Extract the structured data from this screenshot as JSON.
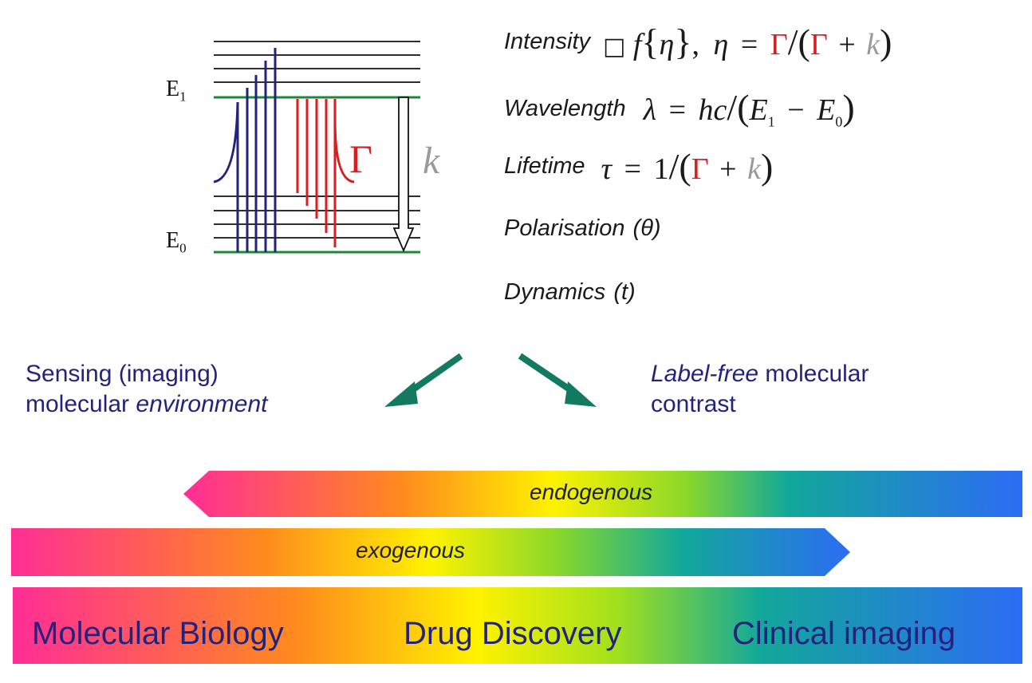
{
  "diagram": {
    "energy_levels": {
      "upper_label": "E",
      "upper_sub": "1",
      "lower_label": "E",
      "lower_sub": "0"
    },
    "radiative_rate_symbol": "Γ",
    "nonradiative_rate_symbol": "k",
    "colors": {
      "excited_state_line": "#1a8a3a",
      "absorption": "#23237e",
      "emission": "#d81e1e",
      "nonradiative": "#9a9a9a",
      "flow_arrow": "#137a62",
      "text_navy": "#23237e"
    }
  },
  "properties": {
    "intensity": {
      "name": "Intensity",
      "prefix": "□",
      "f": "f",
      "eta": "η",
      "comma": ",",
      "equals": "=",
      "gamma": "Γ",
      "slash": "/",
      "plus": "+",
      "k": "k"
    },
    "wavelength": {
      "name": "Wavelength",
      "lambda": "λ",
      "equals": "=",
      "hc": "hc",
      "slash": "/",
      "E": "E",
      "minus": "−",
      "sub1": "1",
      "sub0": "0"
    },
    "lifetime": {
      "name": "Lifetime",
      "tau": "τ",
      "equals": "=",
      "one": "1",
      "slash": "/",
      "gamma": "Γ",
      "plus": "+",
      "k": "k"
    },
    "polarisation": {
      "name": "Polarisation",
      "param": "(θ)"
    },
    "dynamics": {
      "name": "Dynamics",
      "param": "(t)"
    }
  },
  "applications": {
    "left_line1": "Sensing (imaging)",
    "left_line2_a": "molecular ",
    "left_line2_b": "environment",
    "right_line1_a": "Label-free",
    "right_line1_b": " molecular",
    "right_line2": "contrast"
  },
  "bands": {
    "endogenous": "endogenous",
    "exogenous": "exogenous",
    "fields": [
      "Molecular Biology",
      "Drug Discovery",
      "Clinical imaging"
    ],
    "gradient_stops": [
      "#ff2d96",
      "#ff8a1e",
      "#fff200",
      "#a0e01e",
      "#12a89a",
      "#2d6cf5"
    ]
  }
}
